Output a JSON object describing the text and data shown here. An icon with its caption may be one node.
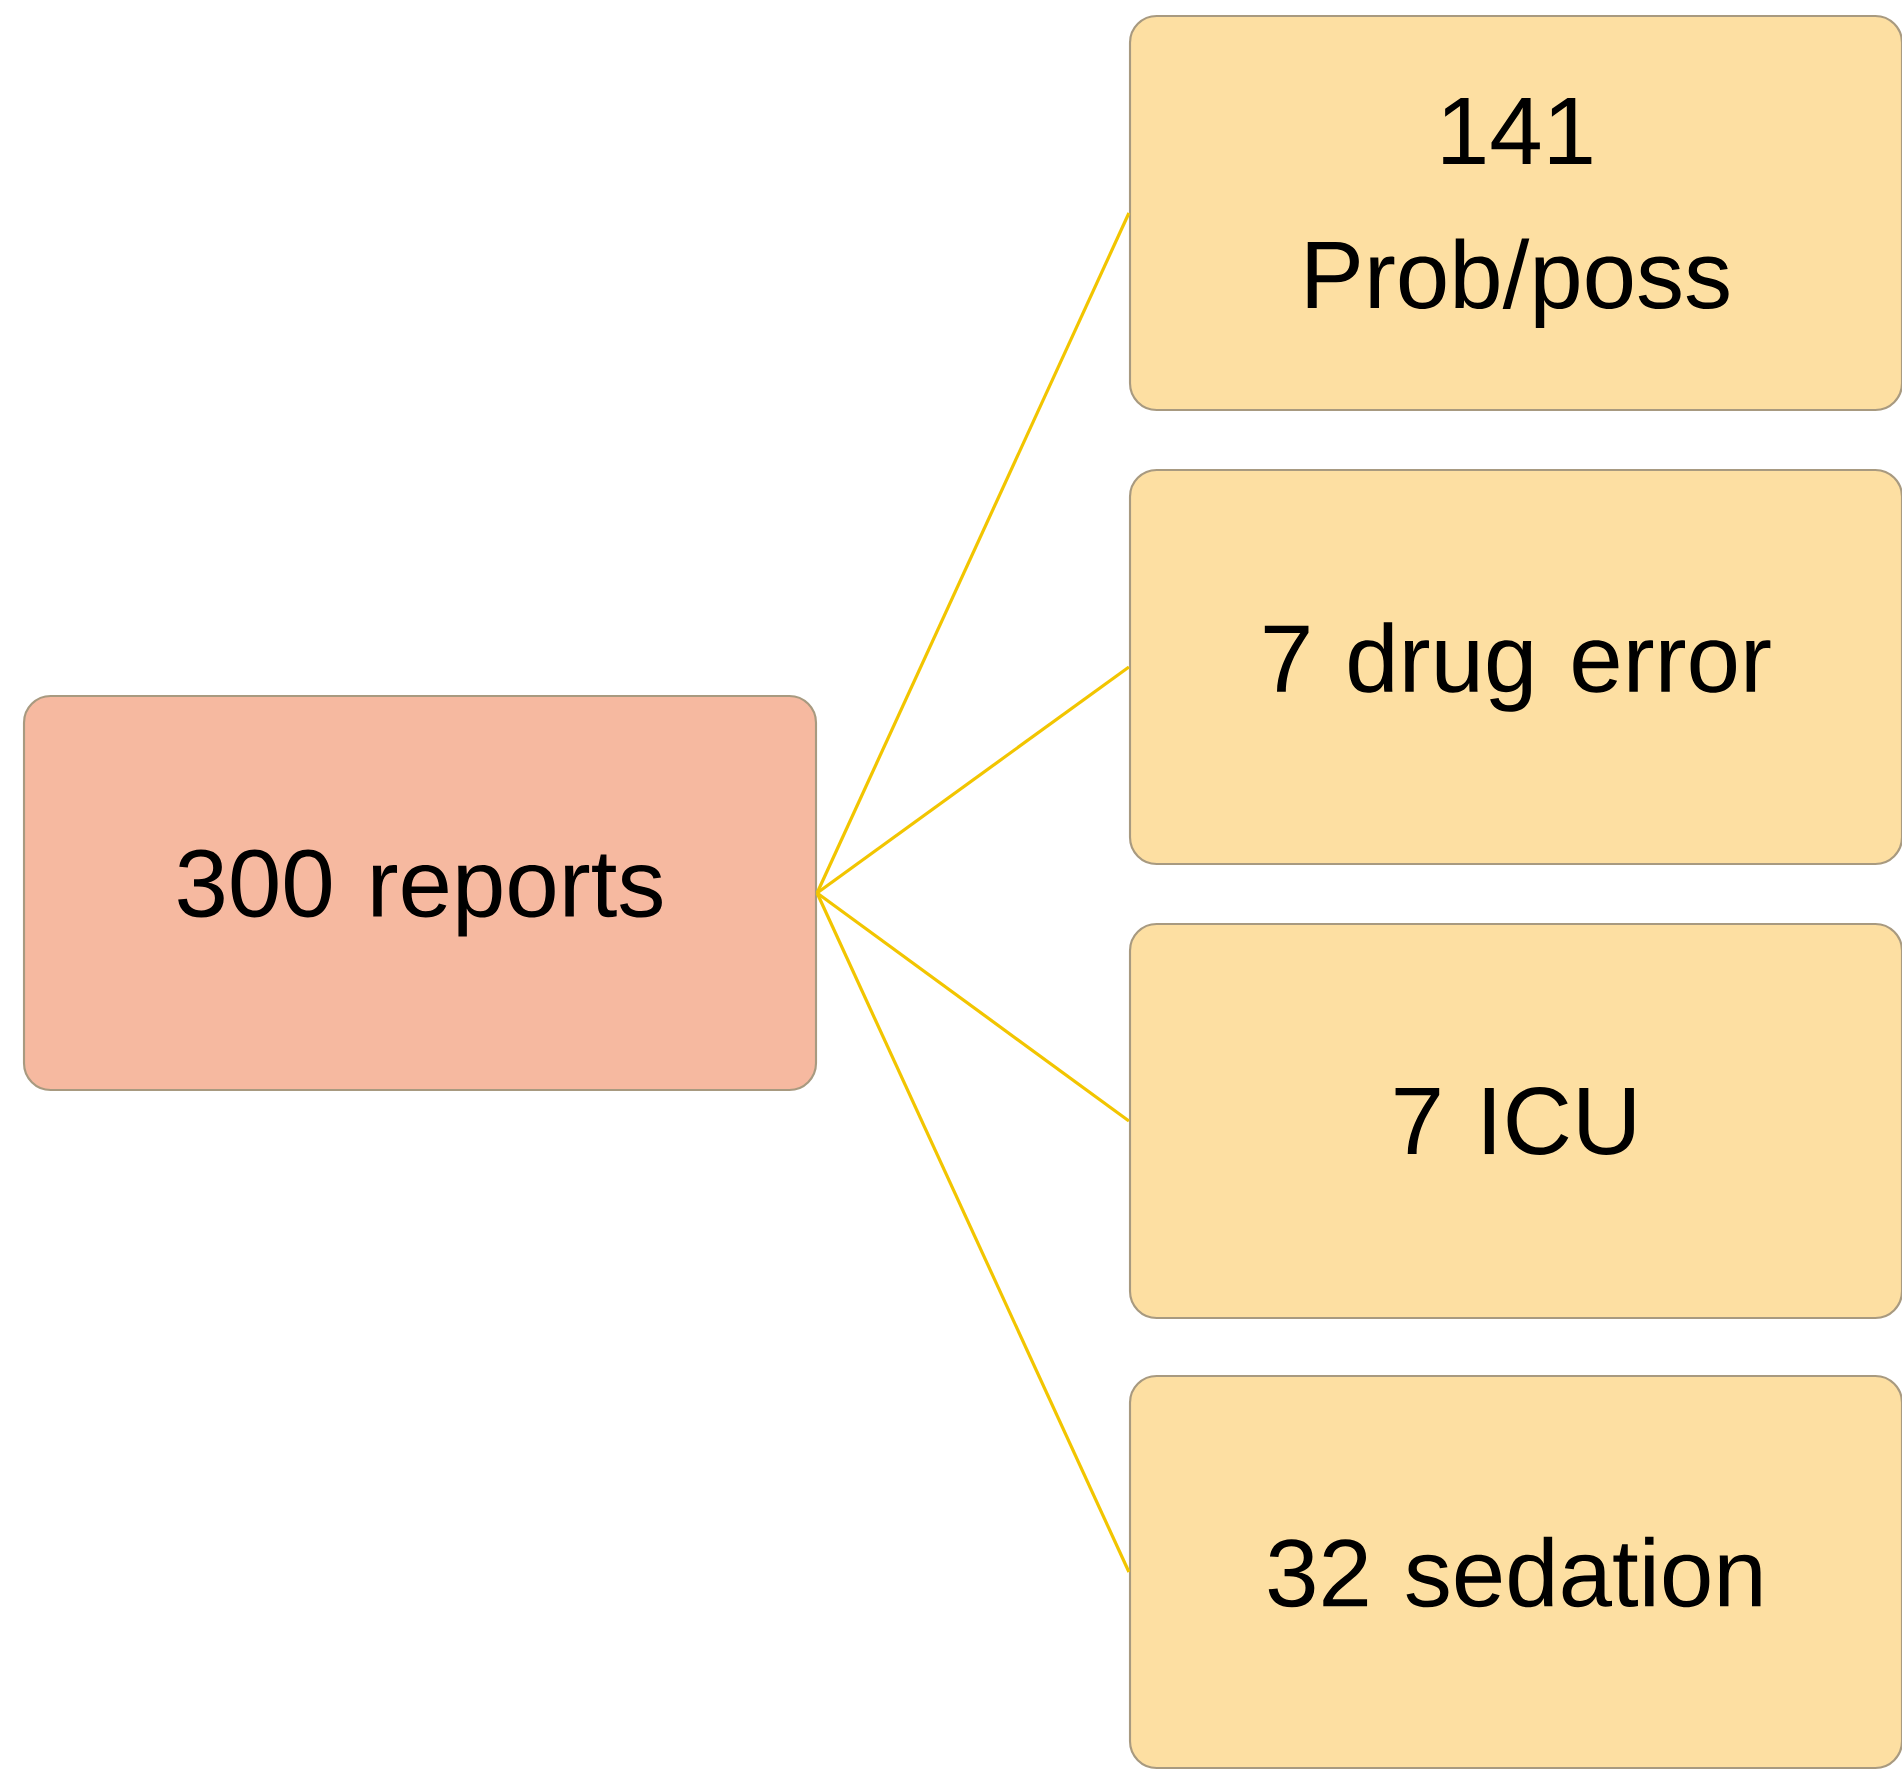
{
  "diagram": {
    "nodes": [
      {
        "text": [
          "300 reports"
        ]
      },
      {
        "text": [
          "141 Prob/poss"
        ]
      },
      {
        "text": [
          "7 drug error"
        ]
      },
      {
        "text": [
          "7 ICU"
        ]
      },
      {
        "text": [
          "32 sedation"
        ]
      }
    ],
    "edges": [
      {
        "from": 0,
        "to": 1,
        "arrow": "none"
      },
      {
        "from": 0,
        "to": 2,
        "arrow": "none"
      },
      {
        "from": 0,
        "to": 3,
        "arrow": "none"
      },
      {
        "from": 0,
        "to": 4,
        "arrow": "none"
      }
    ]
  }
}
